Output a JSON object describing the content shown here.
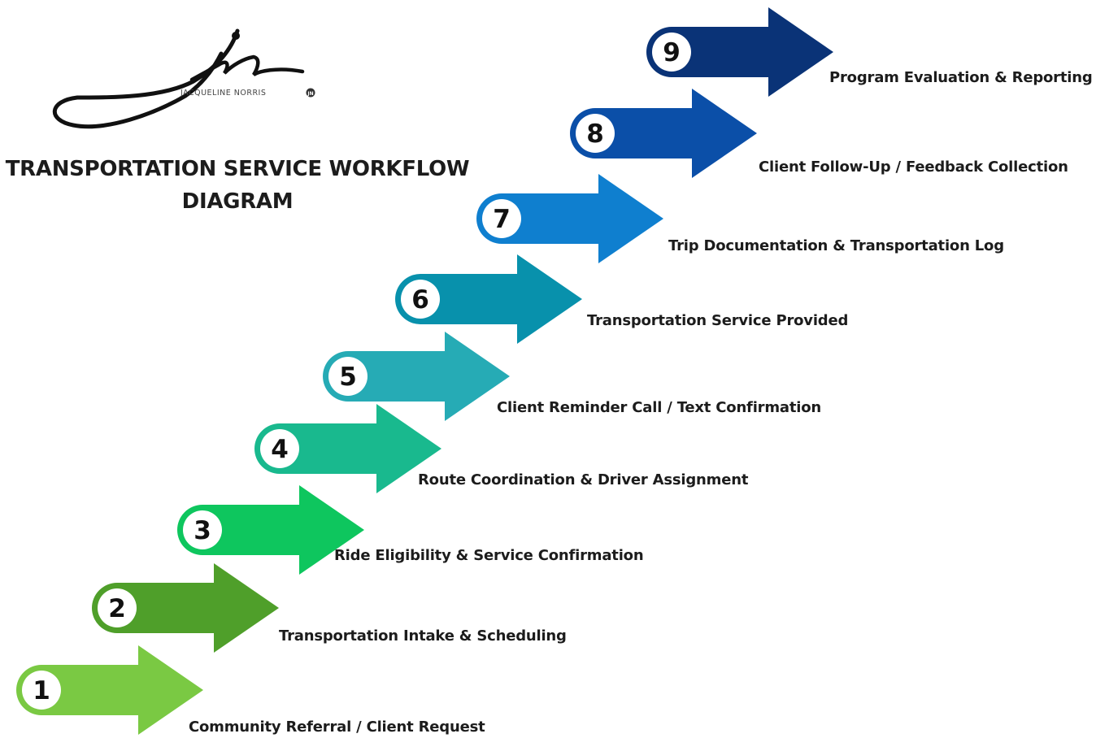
{
  "logo": {
    "brand_name": "JACQUELINE NORRIS"
  },
  "title": {
    "line1": "TRANSPORTATION SERVICE WORKFLOW",
    "line2": "DIAGRAM"
  },
  "steps": [
    {
      "number": "1",
      "label": "Community Referral / Client Request",
      "color": "#7ac943"
    },
    {
      "number": "2",
      "label": "Transportation Intake & Scheduling",
      "color": "#4f9f2a"
    },
    {
      "number": "3",
      "label": "Ride Eligibility & Service Confirmation",
      "color": "#0ec65e"
    },
    {
      "number": "4",
      "label": "Route Coordination & Driver Assignment",
      "color": "#19b98e"
    },
    {
      "number": "5",
      "label": "Client Reminder Call / Text Confirmation",
      "color": "#26abb5"
    },
    {
      "number": "6",
      "label": "Transportation Service Provided",
      "color": "#0891ac"
    },
    {
      "number": "7",
      "label": "Trip Documentation & Transportation Log",
      "color": "#0f7fcf"
    },
    {
      "number": "8",
      "label": "Client Follow-Up / Feedback Collection",
      "color": "#0b4fa8"
    },
    {
      "number": "9",
      "label": "Program Evaluation & Reporting",
      "color": "#0a3377"
    }
  ]
}
